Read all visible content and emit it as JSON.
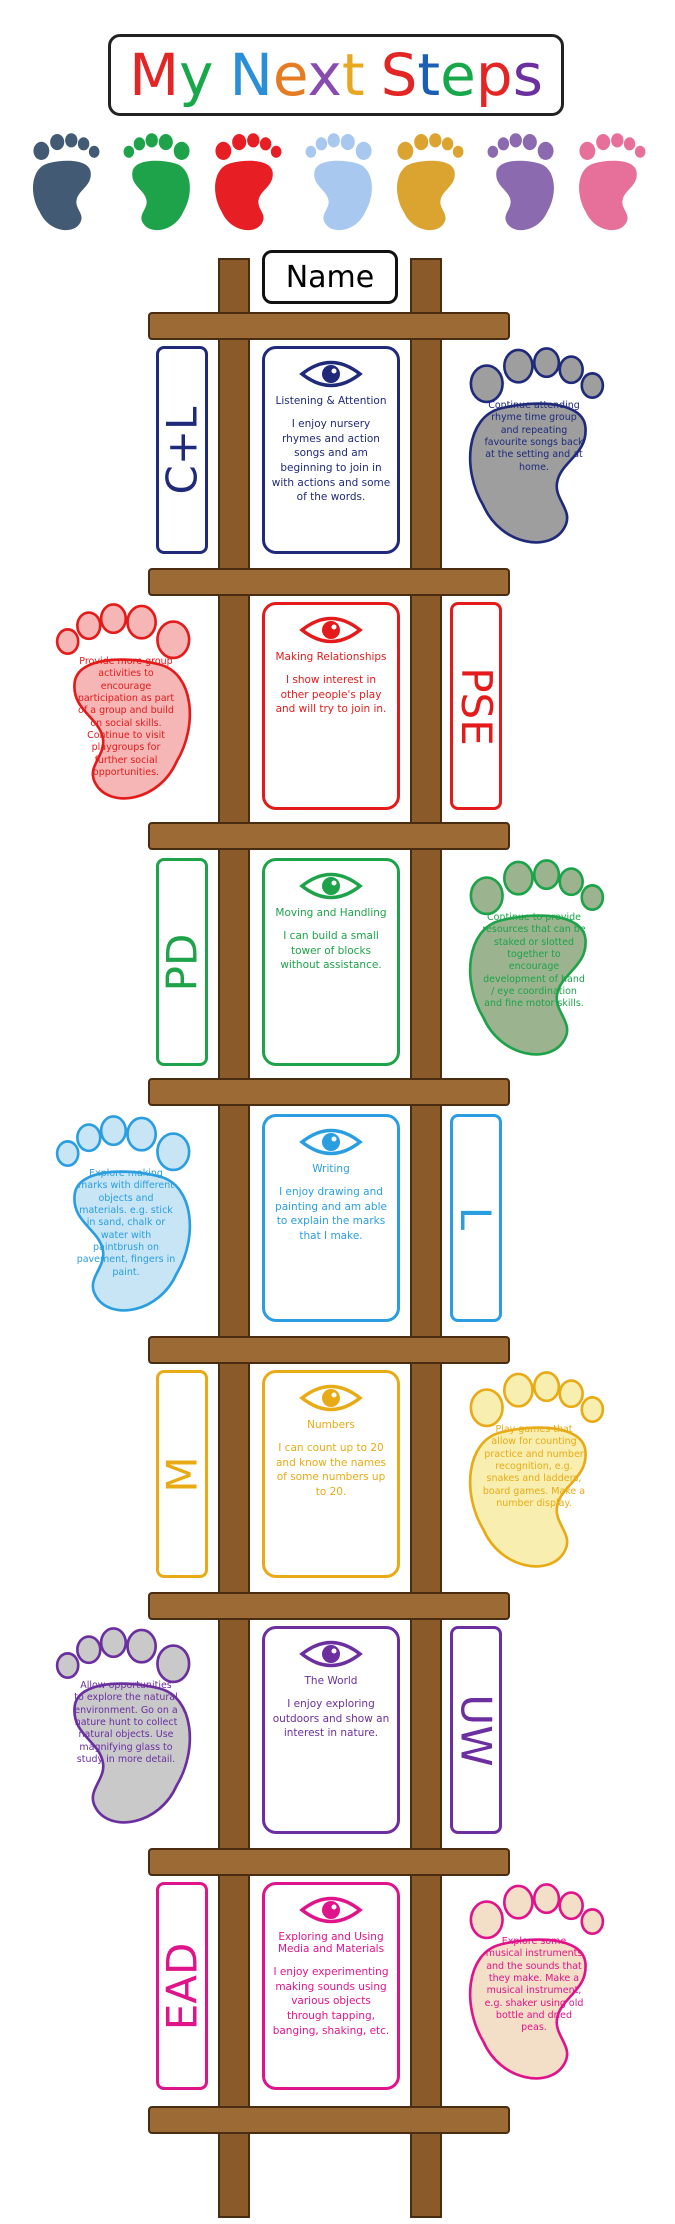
{
  "title": {
    "words": [
      "My",
      "Next",
      "Steps"
    ],
    "letter_colors": [
      "#e32526",
      "#17a84a",
      "#2a8fd6",
      "#e57c23",
      "#8a4bb0",
      "#e7a721",
      "#e32526",
      "#1a5fb4",
      "#17a84a",
      "#e32526",
      "#6b2fa0",
      "#2a8fd6",
      "#e57c23"
    ]
  },
  "header_feet_colors": [
    "#425a73",
    "#1ea34a",
    "#e81e25",
    "#a8c8f0",
    "#dba431",
    "#8c6ab0",
    "#e6709a"
  ],
  "name_label": "Name",
  "rows": [
    {
      "tag": "C+L",
      "color": "#1f2a7a",
      "side": "left",
      "card_title": "Listening & Attention",
      "card_text": "I enjoy nursery rhymes and action songs and am beginning to join in with actions and some of the words.",
      "foot_side": "right",
      "foot_color": "#9e9e9e",
      "foot_text": "Continue attending rhyme time group and repeating favourite songs back at the setting and at home."
    },
    {
      "tag": "PSE",
      "color": "#e31b1b",
      "side": "right",
      "card_title": "Making Relationships",
      "card_text": "I show interest in other people's play and will try to join in.",
      "foot_side": "left",
      "foot_color": "#f6b6b6",
      "foot_text": "Provide more group activities to encourage participation as part of a group and build on social skills. Continue to visit playgroups for further social opportunities."
    },
    {
      "tag": "PD",
      "color": "#1ea34a",
      "side": "left",
      "card_title": "Moving and Handling",
      "card_text": "I can build a small tower of blocks without assistance.",
      "foot_side": "right",
      "foot_color": "#9bb48f",
      "foot_text": "Continue to provide resources that can be staked or slotted together to encourage development of hand / eye coordination and fine motor skills."
    },
    {
      "tag": "L",
      "color": "#2a9ee0",
      "side": "right",
      "card_title": "Writing",
      "card_text": "I enjoy drawing and painting and am able to explain the marks that I make.",
      "foot_side": "left",
      "foot_color": "#c7e5f5",
      "foot_text": "Explore making marks with different objects and materials. e.g. stick in sand, chalk or water with paintbrush on pavement, fingers in paint."
    },
    {
      "tag": "M",
      "color": "#e8ab16",
      "side": "left",
      "card_title": "Numbers",
      "card_text": "I can count up to 20 and know the names of some numbers up to 20.",
      "foot_side": "right",
      "foot_color": "#f7eeb0",
      "foot_text": "Play games that allow for counting practice and number recognition, e.g. snakes and ladders, board games. Make a number display."
    },
    {
      "tag": "UW",
      "color": "#6b2fa0",
      "side": "right",
      "card_title": "The World",
      "card_text": "I enjoy exploring outdoors and show an interest in nature.",
      "foot_side": "left",
      "foot_color": "#c9c9c9",
      "foot_text": "Allow opportunities to explore the natural environment. Go on a nature hunt to collect natural objects. Use magnifying glass to study in more detail."
    },
    {
      "tag": "EAD",
      "color": "#e0148a",
      "side": "left",
      "card_title": "Exploring and Using Media and Materials",
      "card_text": "I enjoy experimenting making sounds using various objects through tapping, banging, shaking, etc.",
      "foot_side": "right",
      "foot_color": "#f3dfc8",
      "foot_text": "Explore some musical instruments and the sounds that they make. Make a musical instrument, e.g. shaker using old bottle and dried peas."
    }
  ]
}
